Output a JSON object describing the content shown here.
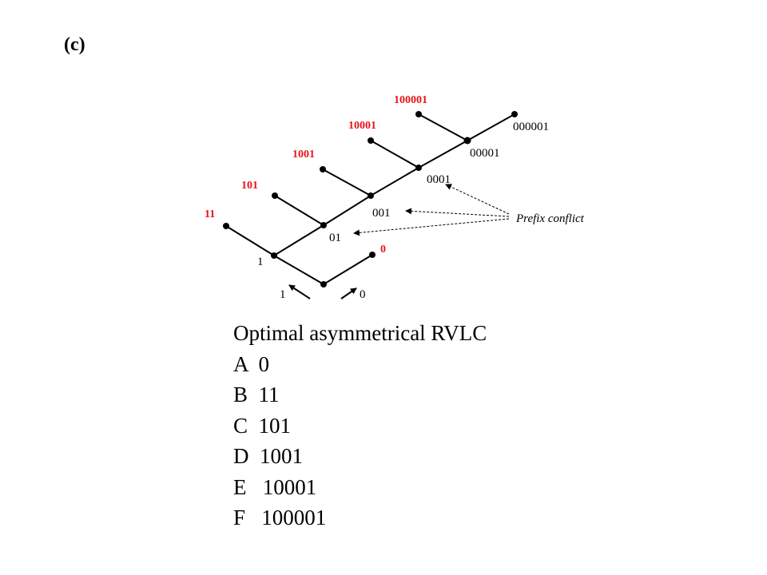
{
  "panel_label": "(c)",
  "colors": {
    "codeword": "#e8141b",
    "tree": "#000000"
  },
  "tree": {
    "branch_labels": {
      "left": "1",
      "right": "0"
    },
    "internal_labels": [
      "1",
      "01",
      "001",
      "0001",
      "00001",
      "000001"
    ],
    "codeword_leaves": [
      "0",
      "11",
      "101",
      "1001",
      "10001",
      "100001"
    ],
    "annotation": "Prefix conflict"
  },
  "code_table": {
    "title": "Optimal asymmetrical RVLC",
    "entries": [
      "A  0",
      "B  11",
      "C  101",
      "D  1001",
      "E   10001",
      "F   100001"
    ]
  }
}
